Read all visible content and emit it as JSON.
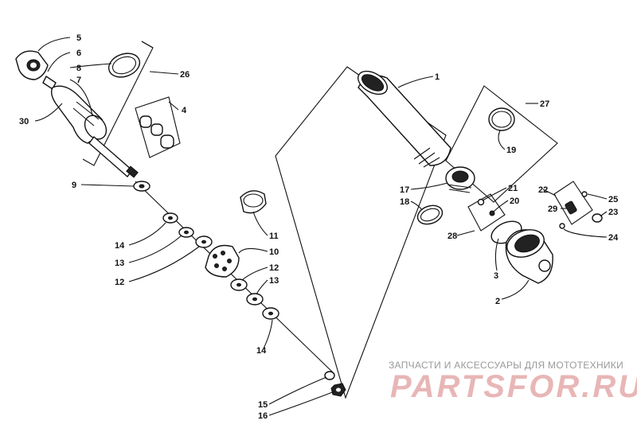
{
  "callouts": [
    {
      "id": "5",
      "text": "5"
    },
    {
      "id": "6",
      "text": "6"
    },
    {
      "id": "8",
      "text": "8"
    },
    {
      "id": "7",
      "text": "7"
    },
    {
      "id": "26",
      "text": "26"
    },
    {
      "id": "4",
      "text": "4"
    },
    {
      "id": "30",
      "text": "30"
    },
    {
      "id": "9",
      "text": "9"
    },
    {
      "id": "14a",
      "text": "14"
    },
    {
      "id": "13a",
      "text": "13"
    },
    {
      "id": "12a",
      "text": "12"
    },
    {
      "id": "11",
      "text": "11"
    },
    {
      "id": "10",
      "text": "10"
    },
    {
      "id": "12b",
      "text": "12"
    },
    {
      "id": "13b",
      "text": "13"
    },
    {
      "id": "14b",
      "text": "14"
    },
    {
      "id": "15",
      "text": "15"
    },
    {
      "id": "16",
      "text": "16"
    },
    {
      "id": "1",
      "text": "1"
    },
    {
      "id": "27",
      "text": "27"
    },
    {
      "id": "19",
      "text": "19"
    },
    {
      "id": "17",
      "text": "17"
    },
    {
      "id": "18",
      "text": "18"
    },
    {
      "id": "21",
      "text": "21"
    },
    {
      "id": "20",
      "text": "20"
    },
    {
      "id": "28",
      "text": "28"
    },
    {
      "id": "22",
      "text": "22"
    },
    {
      "id": "25",
      "text": "25"
    },
    {
      "id": "29",
      "text": "29"
    },
    {
      "id": "23",
      "text": "23"
    },
    {
      "id": "24",
      "text": "24"
    },
    {
      "id": "3",
      "text": "3"
    },
    {
      "id": "2",
      "text": "2"
    }
  ],
  "watermark": {
    "caption": "ЗАПЧАСТИ И АКСЕССУАРЫ ДЛЯ МОТОТЕХНИКИ",
    "logo": "PARTSFOR.RU"
  }
}
